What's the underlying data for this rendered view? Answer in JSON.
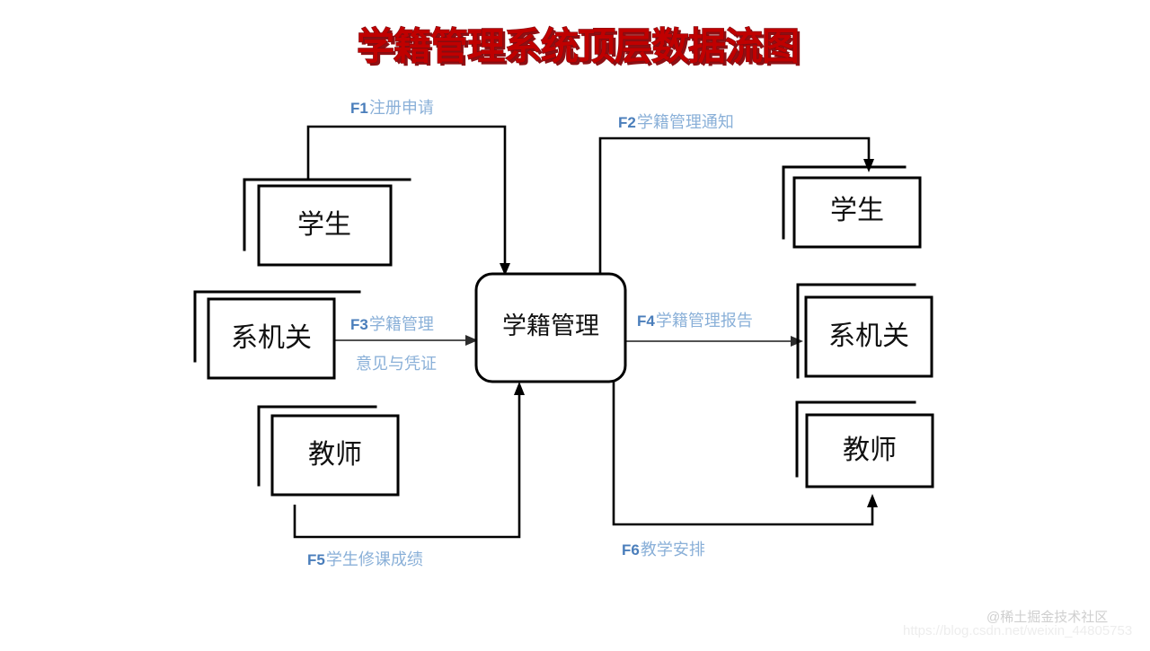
{
  "page": {
    "title": "学籍管理系统顶层数据流图",
    "background_color": "#ffffff",
    "title_color": "#c00000"
  },
  "diagram": {
    "type": "data-flow-diagram",
    "level": "顶层 (context level)",
    "process": {
      "id": "P0",
      "label": "学籍管理",
      "shape": "rounded-rectangle"
    },
    "entities": [
      {
        "id": "E1",
        "label": "学生",
        "position": "top-left"
      },
      {
        "id": "E2",
        "label": "系机关",
        "position": "middle-left"
      },
      {
        "id": "E3",
        "label": "教师",
        "position": "bottom-left"
      },
      {
        "id": "E4",
        "label": "学生",
        "position": "top-right"
      },
      {
        "id": "E5",
        "label": "系机关",
        "position": "middle-right"
      },
      {
        "id": "E6",
        "label": "教师",
        "position": "bottom-right"
      }
    ],
    "flows": [
      {
        "id": "F1",
        "code": "F1",
        "desc": "注册申请",
        "from": "学生",
        "to": "学籍管理",
        "label_color": "#4a7ebb"
      },
      {
        "id": "F2",
        "code": "F2",
        "desc": "学籍管理通知",
        "from": "学籍管理",
        "to": "学生",
        "label_color": "#4a7ebb"
      },
      {
        "id": "F3",
        "code": "F3",
        "desc": "学籍管理",
        "desc2": "意见与凭证",
        "from": "系机关",
        "to": "学籍管理",
        "label_color": "#4a7ebb"
      },
      {
        "id": "F4",
        "code": "F4",
        "desc": "学籍管理报告",
        "from": "学籍管理",
        "to": "系机关",
        "label_color": "#4a7ebb"
      },
      {
        "id": "F5",
        "code": "F5",
        "desc": "学生修课成绩",
        "from": "教师",
        "to": "学籍管理",
        "label_color": "#4a7ebb"
      },
      {
        "id": "F6",
        "code": "F6",
        "desc": "教学安排",
        "from": "学籍管理",
        "to": "教师",
        "label_color": "#4a7ebb"
      }
    ]
  },
  "watermark": {
    "brand": "@稀土掘金技术社区",
    "url": "https://blog.csdn.net/weixin_44805753"
  }
}
